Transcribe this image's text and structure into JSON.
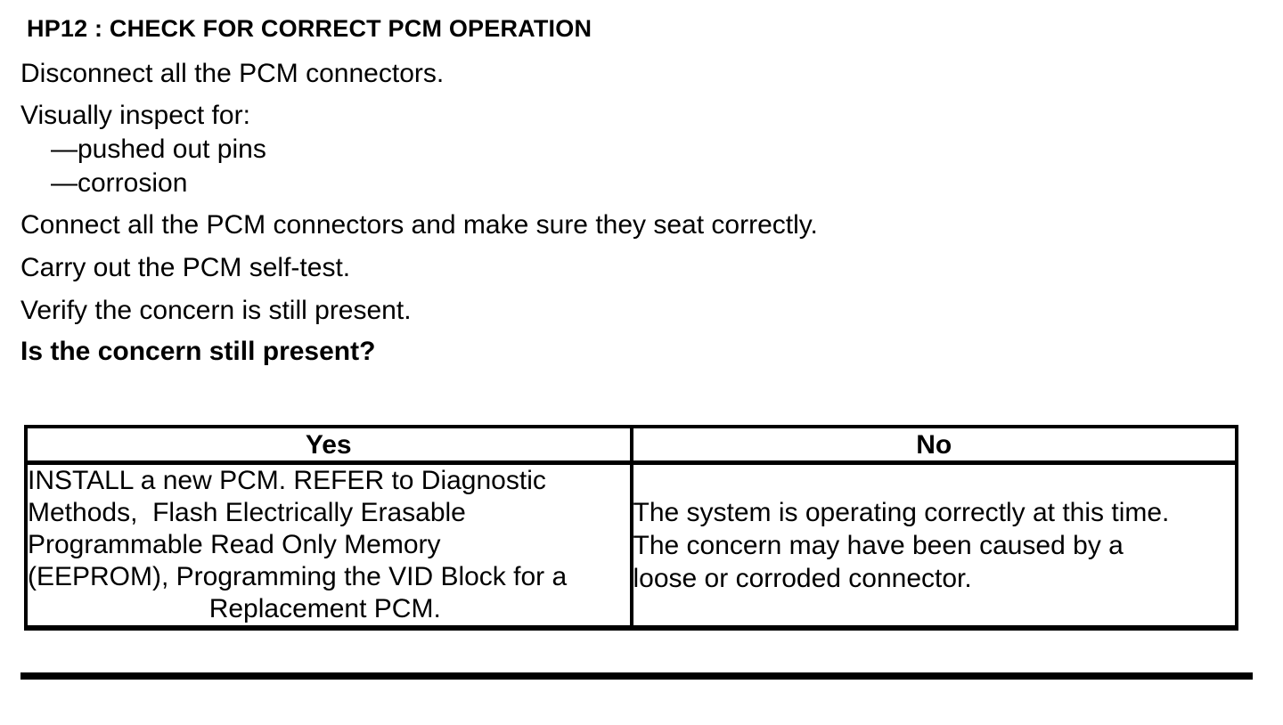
{
  "doc": {
    "title": "HP12 : CHECK FOR CORRECT PCM OPERATION",
    "steps": {
      "disconnect": "Disconnect all the PCM connectors.",
      "inspect": "Visually inspect for:",
      "inspect_items": [
        "—pushed out pins",
        "—corrosion"
      ],
      "connect": "Connect all the PCM connectors and make sure they seat correctly.",
      "selftest": "Carry out the PCM self-test.",
      "verify": "Verify the concern is still present.",
      "question": "Is the concern still present?"
    },
    "table": {
      "yes": {
        "header": "Yes",
        "lines": [
          "INSTALL a new PCM. REFER to Diagnostic",
          "Methods,  Flash Electrically Erasable",
          "Programmable Read Only Memory",
          "(EEPROM), Programming the VID Block for a",
          "Replacement PCM."
        ]
      },
      "no": {
        "header": "No",
        "lines": [
          "The system is operating correctly at this time.",
          "The concern may have been caused by a",
          "loose or corroded connector."
        ]
      }
    },
    "colors": {
      "ink": "#000000",
      "background": "#ffffff"
    }
  }
}
